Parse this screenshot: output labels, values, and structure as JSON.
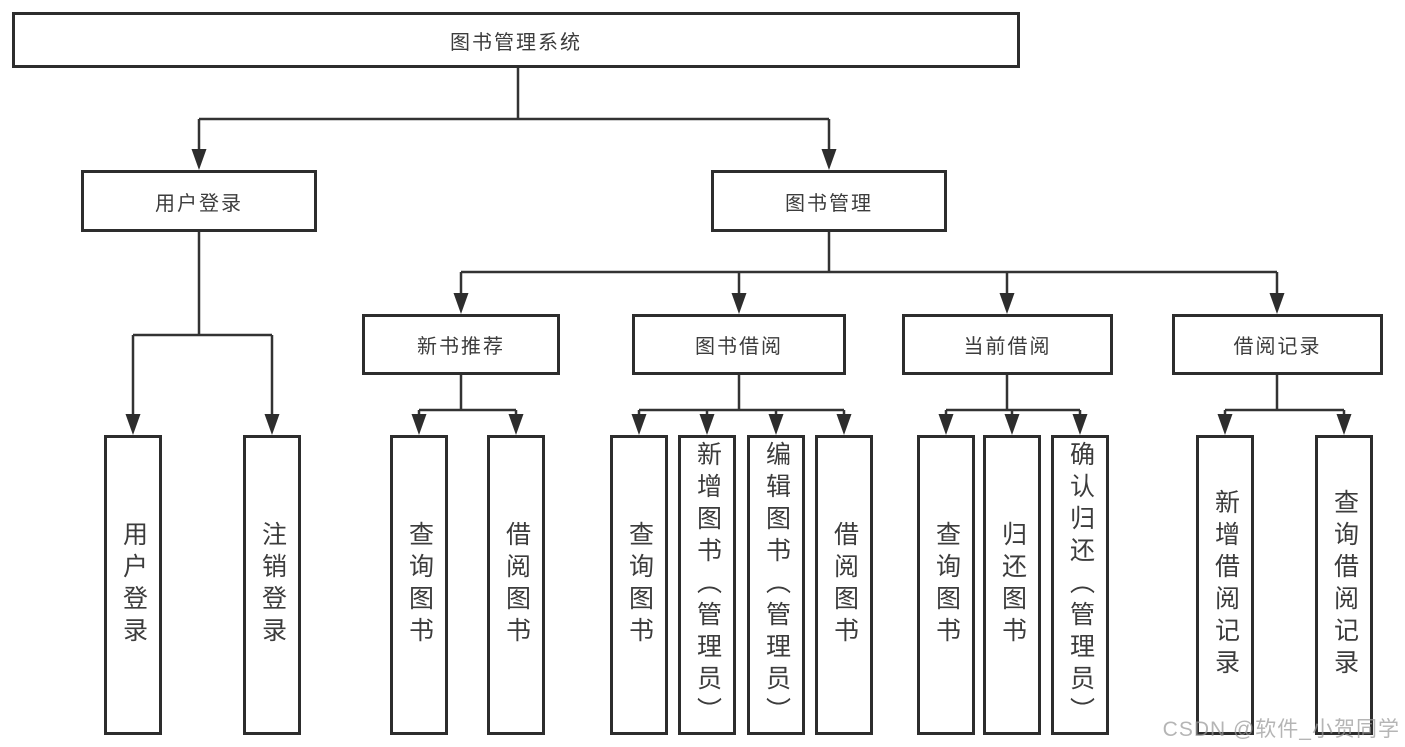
{
  "tree": {
    "label": "图书管理系统",
    "children": [
      {
        "label": "用户登录",
        "children": [
          {
            "label": "用户登录"
          },
          {
            "label": "注销登录"
          }
        ]
      },
      {
        "label": "图书管理",
        "children": [
          {
            "label": "新书推荐",
            "children": [
              {
                "label": "查询图书"
              },
              {
                "label": "借阅图书"
              }
            ]
          },
          {
            "label": "图书借阅",
            "children": [
              {
                "label": "查询图书"
              },
              {
                "label": "新增图书（管理员）"
              },
              {
                "label": "编辑图书（管理员）"
              },
              {
                "label": "借阅图书"
              }
            ]
          },
          {
            "label": "当前借阅",
            "children": [
              {
                "label": "查询图书"
              },
              {
                "label": "归还图书"
              },
              {
                "label": "确认归还（管理员）"
              }
            ]
          },
          {
            "label": "借阅记录",
            "children": [
              {
                "label": "新增借阅记录"
              },
              {
                "label": "查询借阅记录"
              }
            ]
          }
        ]
      }
    ]
  },
  "watermark": "CSDN @软件_小贺同学",
  "colors": {
    "line": "#333333",
    "box_border": "#2d2d2d",
    "text": "#3c3c3c",
    "watermark": "#999999"
  }
}
